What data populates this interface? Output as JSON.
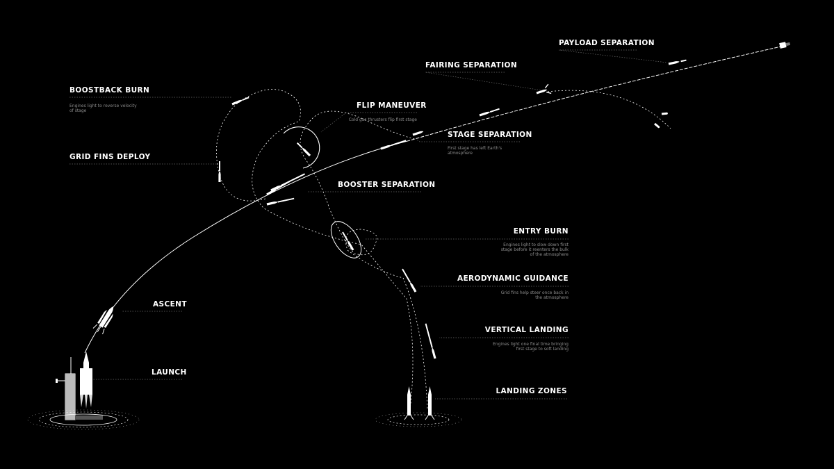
{
  "phases": {
    "boostback": {
      "title": "BOOSTBACK BURN",
      "desc_1": "Engines light to reverse velocity",
      "desc_2": "of stage"
    },
    "grid_fins": {
      "title": "GRID FINS DEPLOY"
    },
    "flip": {
      "title": "FLIP MANEUVER",
      "desc_1": "Cold gas thrusters flip first stage"
    },
    "stage_sep": {
      "title": "STAGE SEPARATION",
      "desc_1": "First stage has left Earth's",
      "desc_2": "atmosphere"
    },
    "booster_sep": {
      "title": "BOOSTER SEPARATION"
    },
    "fairing_sep": {
      "title": "FAIRING SEPARATION"
    },
    "payload_sep": {
      "title": "PAYLOAD SEPARATION"
    },
    "ascent": {
      "title": "ASCENT"
    },
    "launch": {
      "title": "LAUNCH"
    },
    "entry_burn": {
      "title": "ENTRY BURN",
      "desc_1": "Engines light to slow down first",
      "desc_2": "stage before it reenters the bulk",
      "desc_3": "of the atmosphere"
    },
    "aero_guidance": {
      "title": "AERODYNAMIC GUIDANCE",
      "desc_1": "Grid fins help steer once back in",
      "desc_2": "the atmosphere"
    },
    "vertical_landing": {
      "title": "VERTICAL LANDING",
      "desc_1": "Engines light one final time bringing",
      "desc_2": "first stage to soft landing"
    },
    "landing_zones": {
      "title": "LANDING ZONES"
    }
  },
  "colors": {
    "background": "#000000",
    "label": "#ffffff",
    "description": "#8c8c8c",
    "path": "#ffffff",
    "leader": "#6a6a6a"
  }
}
